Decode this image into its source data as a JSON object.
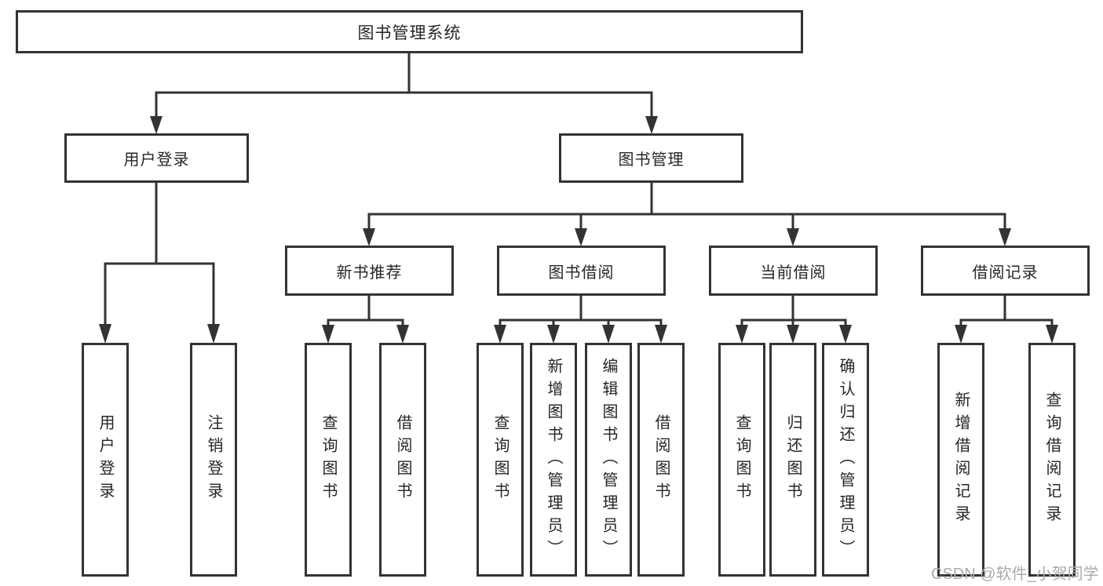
{
  "tree": {
    "root": {
      "label": "图书管理系统"
    },
    "branches": [
      {
        "label": "用户登录",
        "leaves": [
          {
            "label": "用户登录"
          },
          {
            "label": "注销登录"
          }
        ]
      },
      {
        "label": "图书管理",
        "groups": [
          {
            "label": "新书推荐",
            "leaves": [
              {
                "label": "查询图书"
              },
              {
                "label": "借阅图书"
              }
            ]
          },
          {
            "label": "图书借阅",
            "leaves": [
              {
                "label": "查询图书"
              },
              {
                "label": "新增图书（管理员）"
              },
              {
                "label": "编辑图书（管理员）"
              },
              {
                "label": "借阅图书"
              }
            ]
          },
          {
            "label": "当前借阅",
            "leaves": [
              {
                "label": "查询图书"
              },
              {
                "label": "归还图书"
              },
              {
                "label": "确认归还（管理员）"
              }
            ]
          },
          {
            "label": "借阅记录",
            "leaves": [
              {
                "label": "新增借阅记录"
              },
              {
                "label": "查询借阅记录"
              }
            ]
          }
        ]
      }
    ]
  },
  "watermark": {
    "text": "CSDN @软件_小贺同学"
  },
  "colors": {
    "line": "#333333",
    "border": "#333333",
    "fill": "#ffffff",
    "text": "#262626",
    "watermark": "#ababab",
    "background": "#ffffff"
  }
}
